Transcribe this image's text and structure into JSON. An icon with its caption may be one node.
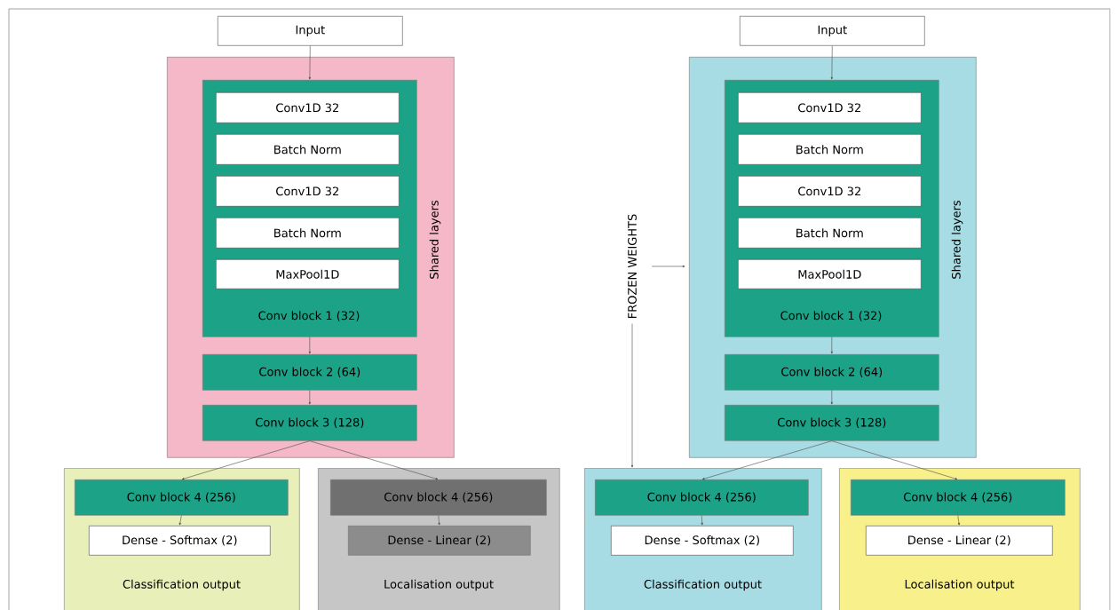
{
  "diagram": {
    "nodes": [
      {
        "text": [
          "Input"
        ]
      },
      {
        "text": [
          "Shared layers"
        ]
      },
      {
        "text": [
          "Conv block 1 (32)"
        ],
        "in": 1
      },
      {
        "text": [
          "Conv1D 32"
        ],
        "in": 2
      },
      {
        "text": [
          "Batch Norm"
        ],
        "in": 2
      },
      {
        "text": [
          "Conv1D 32"
        ],
        "in": 2
      },
      {
        "text": [
          "Batch Norm"
        ],
        "in": 2
      },
      {
        "text": [
          "MaxPool1D"
        ],
        "in": 2
      },
      {
        "text": [
          "Conv block 2 (64)"
        ],
        "in": 1
      },
      {
        "text": [
          "Conv block 3 (128)"
        ],
        "in": 1
      },
      {
        "text": [
          "Classification output"
        ]
      },
      {
        "text": [
          "Conv block 4 (256)"
        ],
        "in": 10
      },
      {
        "text": [
          "Dense - Softmax (2)"
        ],
        "in": 10
      },
      {
        "text": [
          "Localisation output"
        ]
      },
      {
        "text": [
          "Conv block 4 (256)"
        ],
        "in": 13
      },
      {
        "text": [
          "Dense - Linear (2)"
        ],
        "in": 13
      },
      {
        "text": [
          "FROZEN WEIGHTS"
        ]
      },
      {
        "text": [
          "Input"
        ]
      },
      {
        "text": [
          "Shared layers"
        ]
      },
      {
        "text": [
          "Conv block 1 (32)"
        ],
        "in": 18
      },
      {
        "text": [
          "Conv1D 32"
        ],
        "in": 19
      },
      {
        "text": [
          "Batch Norm"
        ],
        "in": 19
      },
      {
        "text": [
          "Conv1D 32"
        ],
        "in": 19
      },
      {
        "text": [
          "Batch Norm"
        ],
        "in": 19
      },
      {
        "text": [
          "MaxPool1D"
        ],
        "in": 19
      },
      {
        "text": [
          "Conv block 2 (64)"
        ],
        "in": 18
      },
      {
        "text": [
          "Conv block 3 (128)"
        ],
        "in": 18
      },
      {
        "text": [
          "Classification output"
        ]
      },
      {
        "text": [
          "Conv block 4 (256)"
        ],
        "in": 27
      },
      {
        "text": [
          "Dense - Softmax (2)"
        ],
        "in": 27
      },
      {
        "text": [
          "Localisation output"
        ]
      },
      {
        "text": [
          "Conv block 4 (256)"
        ],
        "in": 30
      },
      {
        "text": [
          "Dense - Linear (2)"
        ],
        "in": 30
      }
    ],
    "edges": [
      {
        "from": 0,
        "to": 2,
        "arrow": "to"
      },
      {
        "from": 2,
        "to": 8,
        "arrow": "to"
      },
      {
        "from": 8,
        "to": 9,
        "arrow": "to"
      },
      {
        "from": 9,
        "to": 11,
        "arrow": "to"
      },
      {
        "from": 9,
        "to": 14,
        "arrow": "to"
      },
      {
        "from": 11,
        "to": 12,
        "arrow": "to"
      },
      {
        "from": 14,
        "to": 15,
        "arrow": "to"
      },
      {
        "from": 16,
        "to": 18,
        "arrow": "to"
      },
      {
        "from": 16,
        "to": 27,
        "arrow": "to"
      },
      {
        "from": 17,
        "to": 19,
        "arrow": "to"
      },
      {
        "from": 19,
        "to": 25,
        "arrow": "to"
      },
      {
        "from": 25,
        "to": 26,
        "arrow": "to"
      },
      {
        "from": 26,
        "to": 28,
        "arrow": "to"
      },
      {
        "from": 26,
        "to": 31,
        "arrow": "to"
      },
      {
        "from": 28,
        "to": 29,
        "arrow": "to"
      },
      {
        "from": 31,
        "to": 32,
        "arrow": "to"
      }
    ]
  }
}
